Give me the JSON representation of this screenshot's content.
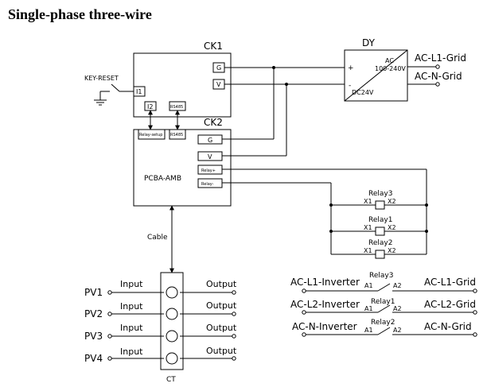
{
  "title": "Single-phase three-wire",
  "ck1": {
    "name": "CK1",
    "g": "G",
    "v": "V",
    "i1": "I1",
    "i2": "I2",
    "rs485": "RS485"
  },
  "ck2": {
    "name": "CK2",
    "relay_setup": "Relay-setup",
    "rs485": "RS485",
    "pcba": "PCBA-AMB",
    "g": "G",
    "v": "V",
    "relay_plus": "Relay+",
    "relay_minus": "Relay-"
  },
  "key_reset": "KEY-RESET",
  "dy": {
    "name": "DY",
    "ac": "AC",
    "range": "100-240V",
    "dc": "DC24V",
    "plus": "+",
    "minus": "-"
  },
  "grid": {
    "l1": "AC-L1-Grid",
    "n": "AC-N-Grid"
  },
  "relays_left": {
    "r3": "Relay3",
    "r1": "Relay1",
    "r2": "Relay2",
    "x1": "X1",
    "x2": "X2"
  },
  "cable": "Cable",
  "ct": "CT",
  "pv": [
    {
      "name": "PV1",
      "input": "Input",
      "output": "Output"
    },
    {
      "name": "PV2",
      "input": "Input",
      "output": "Output"
    },
    {
      "name": "PV3",
      "input": "Input",
      "output": "Output"
    },
    {
      "name": "PV4",
      "input": "Input",
      "output": "Output"
    }
  ],
  "inverter_rows": [
    {
      "left": "AC-L1-Inverter",
      "relay": "Relay3",
      "a1": "A1",
      "a2": "A2",
      "right": "AC-L1-Grid"
    },
    {
      "left": "AC-L2-Inverter",
      "relay": "Relay1",
      "a1": "A1",
      "a2": "A2",
      "right": "AC-L2-Grid"
    },
    {
      "left": "AC-N-Inverter",
      "relay": "Relay2",
      "a1": "A1",
      "a2": "A2",
      "right": "AC-N-Grid"
    }
  ]
}
